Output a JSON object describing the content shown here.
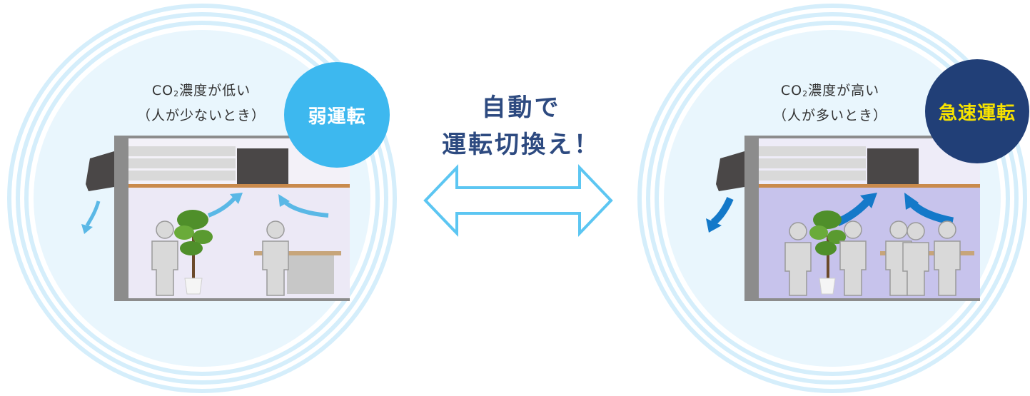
{
  "left_panel": {
    "caption_prefix": "CO",
    "caption_sub": "2",
    "caption_line1_rest": "濃度が低い",
    "caption_line2": "（人が少ないとき）",
    "badge_label": "弱運転",
    "badge_color": "#3db8ef",
    "badge_text_color": "#ffffff",
    "people_count": 2,
    "room_tint": "#ece9f6",
    "arrow_color": "#5ab8e6"
  },
  "right_panel": {
    "caption_prefix": "CO",
    "caption_sub": "2",
    "caption_line1_rest": "濃度が高い",
    "caption_line2": "（人が多いとき）",
    "badge_label": "急速運転",
    "badge_color": "#213f77",
    "badge_text_color": "#f7e200",
    "people_count": 5,
    "room_tint": "#c7c3ec",
    "arrow_color": "#1479c9"
  },
  "center": {
    "title_line1": "自動で",
    "title_line2": "運転切換え！",
    "title_color": "#2d4a80",
    "arrow_color": "#5cc6f2",
    "arrow_icon": "double-headed-arrow-icon"
  },
  "ring_color": "#d5eefb",
  "bubble_color": "#e9f6fd"
}
